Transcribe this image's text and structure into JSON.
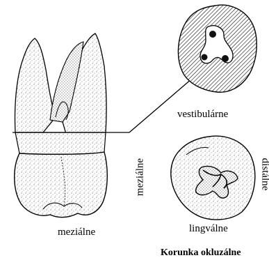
{
  "labels": {
    "mesial_view": "meziálne",
    "vestibular": "vestibulárne",
    "lingual": "lingválne",
    "mesial_side": "meziálne",
    "distal_side": "distálne",
    "caption": "Korunka okluzálne"
  }
}
